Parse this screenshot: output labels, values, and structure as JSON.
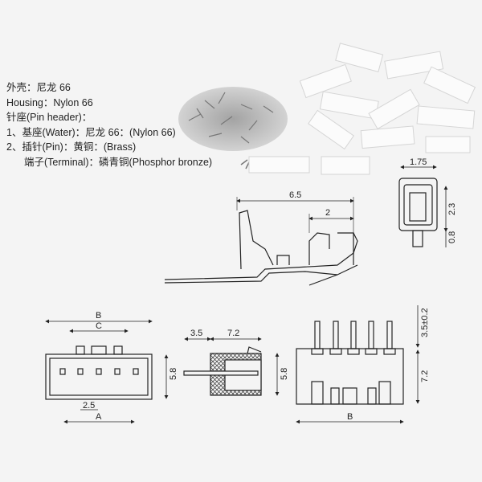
{
  "spec": {
    "lines": [
      "外壳：尼龙 66",
      "Housing：Nylon 66",
      "针座(Pin header)：",
      "1、基座(Water)：尼龙 66：(Nylon 66)",
      "2、插针(Pin)：黄铜：(Brass)",
      "端子(Terminal)：磷青铜(Phosphor bronze)"
    ]
  },
  "drawings": {
    "housing_end": {
      "width": "1.75",
      "height": "2.3",
      "depth": "0.8"
    },
    "terminal": {
      "length": "6.5",
      "tip": "2"
    },
    "front_view": {
      "B": "B",
      "C": "C",
      "pitch": "2.5",
      "A": "A",
      "height": "5.8"
    },
    "side_view": {
      "pin": "3.5",
      "body": "7.2",
      "height": "5.8"
    },
    "header_view": {
      "pin": "3.5±0.2",
      "height": "7.2",
      "B": "B"
    }
  }
}
